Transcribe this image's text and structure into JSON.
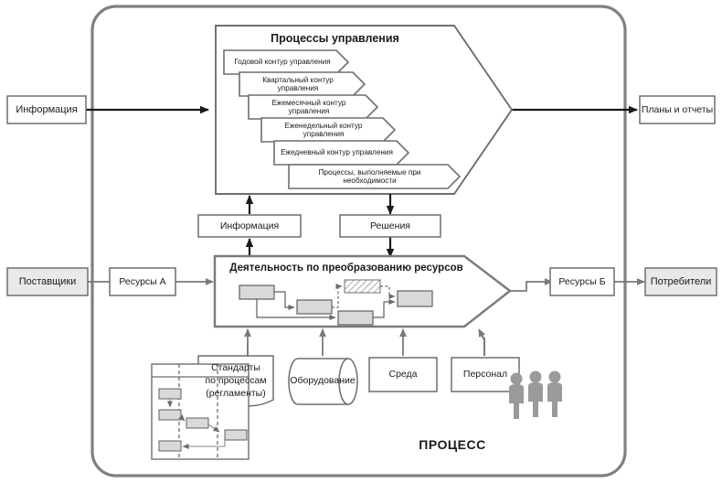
{
  "diagram": {
    "title_bottom": "ПРОЦЕСС",
    "colors": {
      "frame_border": "#808080",
      "line": "#7a7a7a",
      "dark_line": "#1a1a1a",
      "shape_border": "#6e6e6e",
      "shape_fill_white": "#ffffff",
      "shape_fill_gray": "#e9e9e9",
      "mini_fill": "#d9d9d9",
      "people": "#9a9a9a",
      "text": "#1a1a1a"
    },
    "management_block": {
      "title": "Процессы управления",
      "loops": [
        "Годовой контур управления",
        "Квартальный контур управления",
        "Ежемесячный контур управления",
        "Еженедельный контур управления",
        "Ежедневный контур управления",
        "Процессы, выполняемые при необходимости"
      ]
    },
    "activity_block": {
      "title": "Деятельность по преобразованию ресурсов"
    },
    "middle_boxes": [
      {
        "label": "Информация"
      },
      {
        "label": "Решения"
      }
    ],
    "io_boxes": {
      "information_in": "Информация",
      "plans_out": "Планы и отчеты",
      "suppliers": "Поставщики",
      "resources_a": "Ресурсы А",
      "resources_b": "Ресурсы Б",
      "consumers": "Потребители"
    },
    "resources": [
      {
        "name": "standards",
        "label": "Стандарты\nпо процессам\n(регламенты)"
      },
      {
        "name": "equipment",
        "label": "Оборудование"
      },
      {
        "name": "environment",
        "label": "Среда"
      },
      {
        "name": "personnel",
        "label": "Персонал"
      }
    ]
  }
}
